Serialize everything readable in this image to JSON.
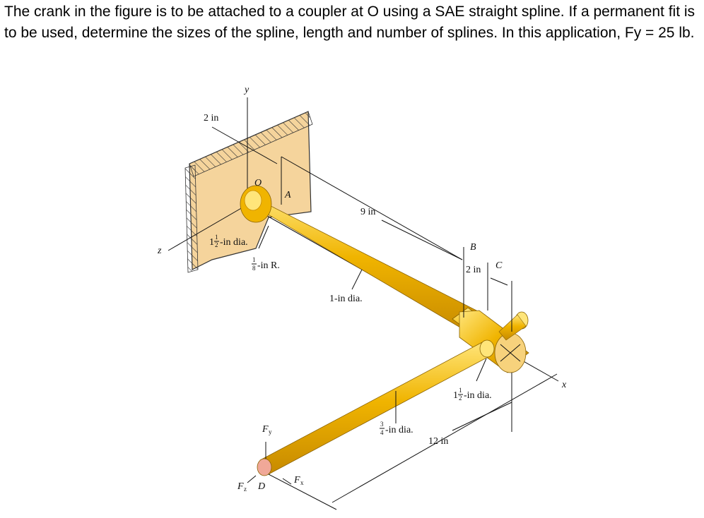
{
  "problem": {
    "text": "The crank in the figure is to be attached to a coupler at O using a SAE straight spline. If a permanent fit is to be used, determine the sizes of the spline, length and number of splines. In this application, Fy = 25 lb."
  },
  "figure": {
    "labels": {
      "dim_2in_top": "2 in",
      "axis_y": "y",
      "point_O": "O",
      "point_A": "A",
      "dim_9in": "9 in",
      "dia_1_5_whole": "1",
      "dia_1_5_rest": "-in dia.",
      "radius_rest": "-in R.",
      "axis_z": "z",
      "dia_1in": "1-in dia.",
      "point_B": "B",
      "dim_2in_right": "2 in",
      "point_C": "C",
      "dia_1_5b_whole": "1",
      "dia_1_5b_rest": "-in dia.",
      "axis_x": "x",
      "force_Fy_main": "F",
      "force_Fy_sub": "y",
      "dia_3_4_rest": "-in dia.",
      "dim_12in": "12 in",
      "force_Fz_main": "F",
      "force_Fz_sub": "z",
      "point_D": "D",
      "force_Fx_main": "F",
      "force_Fx_sub": "x",
      "frac_half_num": "1",
      "frac_half_den": "2",
      "frac_eighth_num": "1",
      "frac_eighth_den": "8",
      "frac_three_quarter_num": "3",
      "frac_three_quarter_den": "4"
    },
    "colors": {
      "wall_fill": "#f5d49c",
      "rod_main": "#f0b400",
      "rod_light": "#ffe57a",
      "rod_dark": "#c78a00",
      "hub_face": "#f7d27c",
      "line": "#111111"
    }
  }
}
